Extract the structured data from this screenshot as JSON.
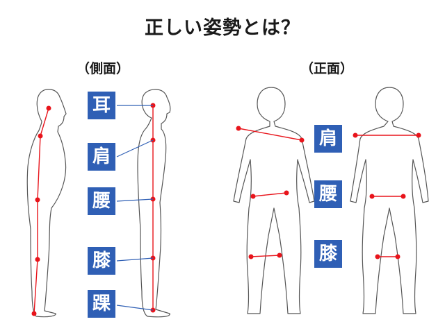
{
  "title": "正しい姿勢とは？",
  "side": {
    "label": "（側面）",
    "labels": [
      "耳",
      "肩",
      "腰",
      "膝",
      "踝"
    ]
  },
  "front": {
    "label": "（正面）",
    "labels": [
      "肩",
      "腰",
      "膝"
    ]
  },
  "colors": {
    "badge": "#2f5fb5",
    "marker": "#e8141b",
    "line_red": "#e8141b",
    "line_blue": "#2f5fb5",
    "outline": "#555555"
  }
}
